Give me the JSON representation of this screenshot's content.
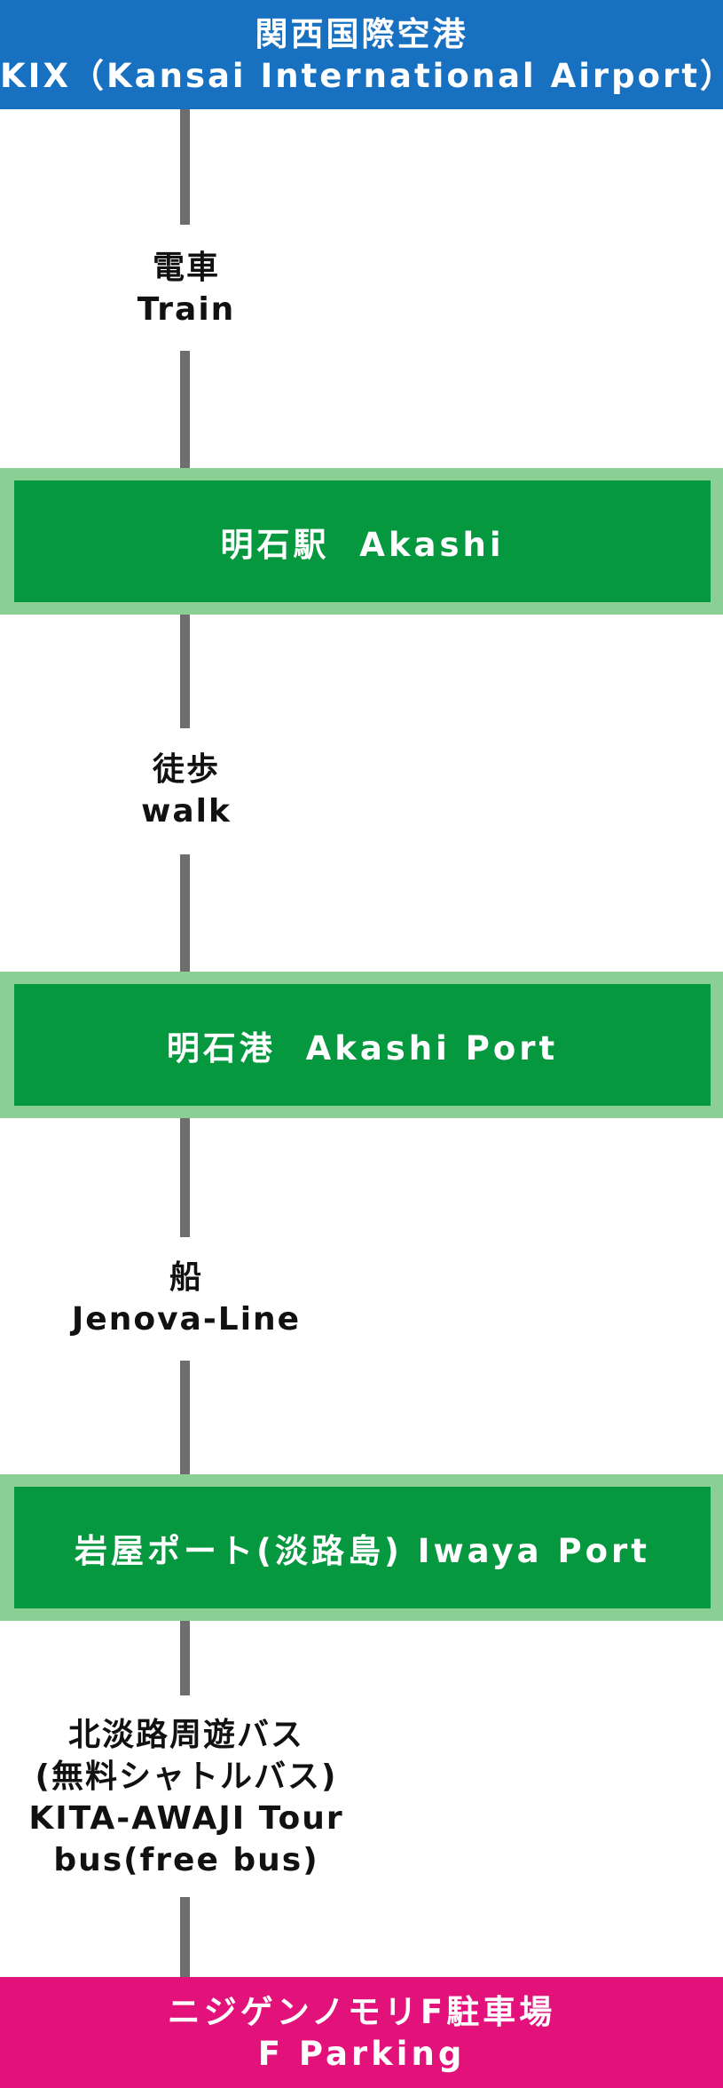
{
  "origin": {
    "name_ja": "関西国際空港",
    "name_en": "KIX（Kansai International Airport）"
  },
  "legs": [
    {
      "mode_ja": "電車",
      "mode_en": "Train"
    },
    {
      "mode_ja": "徒歩",
      "mode_en": "walk"
    },
    {
      "mode_ja": "船",
      "mode_en": "Jenova-Line"
    },
    {
      "mode_ja_1": "北淡路周遊バス",
      "mode_ja_2": "(無料シャトルバス)",
      "mode_en_1": "KITA-AWAJI Tour",
      "mode_en_2": "bus(free bus)"
    }
  ],
  "stations": [
    {
      "label": "明石駅  Akashi"
    },
    {
      "label": "明石港  Akashi Port"
    },
    {
      "label": "岩屋ポート(淡路島) Iwaya Port"
    }
  ],
  "destination": {
    "name_ja": "ニジゲンノモリF駐車場",
    "name_en": "F  Parking"
  },
  "colors": {
    "origin_bg": "#1870c0",
    "station_border": "#8ccf94",
    "station_bg": "#06983f",
    "route_line": "#6e6e6e",
    "destination_bg": "#e2127a"
  }
}
